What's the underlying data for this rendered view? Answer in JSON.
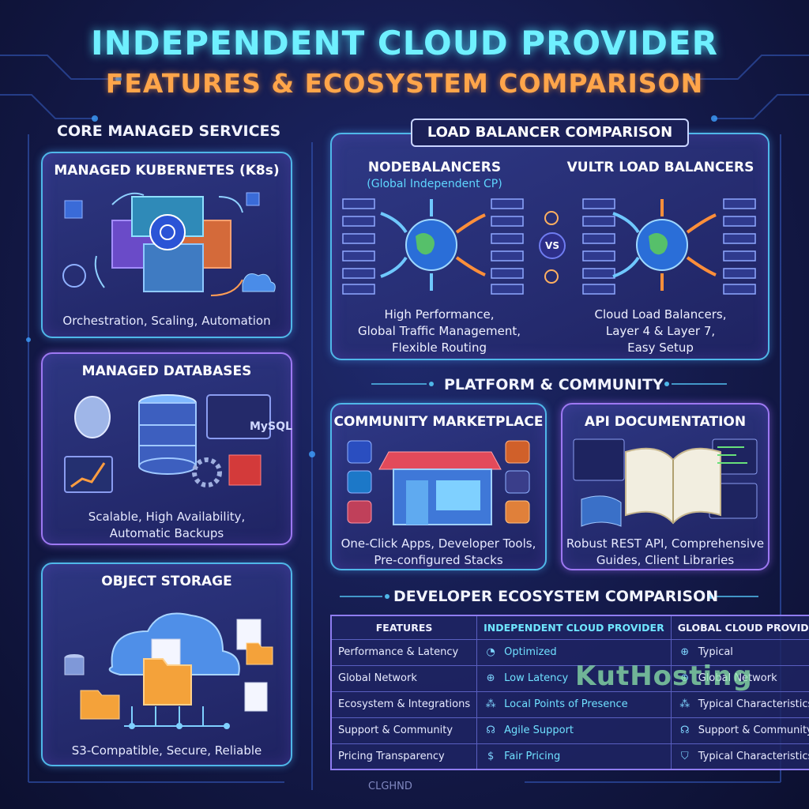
{
  "title": "INDEPENDENT CLOUD PROVIDER",
  "subtitle": "FEATURES & ECOSYSTEM COMPARISON",
  "core": {
    "heading": "CORE MANAGED SERVICES",
    "cards": [
      {
        "title": "MANAGED KUBERNETES (K8s)",
        "desc": "Orchestration, Scaling, Automation"
      },
      {
        "title": "MANAGED DATABASES",
        "desc_lines": [
          "Scalable, High Availability,",
          "Automatic Backups"
        ],
        "db_label": "MySQL"
      },
      {
        "title": "OBJECT STORAGE",
        "desc": "S3-Compatible, Secure, Reliable"
      }
    ]
  },
  "lb": {
    "heading": "LOAD BALANCER COMPARISON",
    "left": {
      "title": "NODEBALANCERS",
      "sub": "(Global Independent CP)",
      "desc_lines": [
        "High Performance,",
        "Global Traffic Management,",
        "Flexible Routing"
      ]
    },
    "vs": "VS",
    "right": {
      "title": "VULTR LOAD BALANCERS",
      "desc_lines": [
        "Cloud Load Balancers,",
        "Layer 4 & Layer 7,",
        "Easy Setup"
      ]
    }
  },
  "platform": {
    "heading": "PLATFORM & COMMUNITY",
    "marketplace": {
      "title": "COMMUNITY MARKETPLACE",
      "desc_lines": [
        "One-Click Apps, Developer Tools,",
        "Pre-configured Stacks"
      ]
    },
    "api": {
      "title": "API DOCUMENTATION",
      "desc_lines": [
        "Robust REST API, Comprehensive",
        "Guides, Client Libraries"
      ]
    }
  },
  "eco": {
    "heading": "DEVELOPER ECOSYSTEM COMPARISON",
    "headers": [
      "FEATURES",
      "INDEPENDENT CLOUD PROVIDER",
      "GLOBAL CLOUD PROVIDER"
    ],
    "rows": [
      {
        "feature": "Performance & Latency",
        "icp_icon": "gauge-icon",
        "icp": "Optimized",
        "gcp_icon": "globe-icon",
        "gcp": "Typical"
      },
      {
        "feature": "Global Network",
        "icp_icon": "globe-icon",
        "icp": "Low Latency",
        "gcp_icon": "globe-icon",
        "gcp": "Global Network"
      },
      {
        "feature": "Ecosystem & Integrations",
        "icp_icon": "network-icon",
        "icp": "Local Points of Presence",
        "gcp_icon": "network-icon",
        "gcp": "Typical Characteristics"
      },
      {
        "feature": "Support & Community",
        "icp_icon": "headset-icon",
        "icp": "Agile Support",
        "gcp_icon": "headset-icon",
        "gcp": "Support & Community"
      },
      {
        "feature": "Pricing Transparency",
        "icp_icon": "dollar-icon",
        "icp": "Fair Pricing",
        "gcp_icon": "shield-icon",
        "gcp": "Typical Characteristics"
      }
    ]
  },
  "watermark": "KutHosting",
  "footer": "CLGHND",
  "colors": {
    "cyan": "#6ff0ff",
    "orange": "#ffa54a",
    "card_border": "#4fb7e8",
    "purple_border": "#9d78f2"
  }
}
